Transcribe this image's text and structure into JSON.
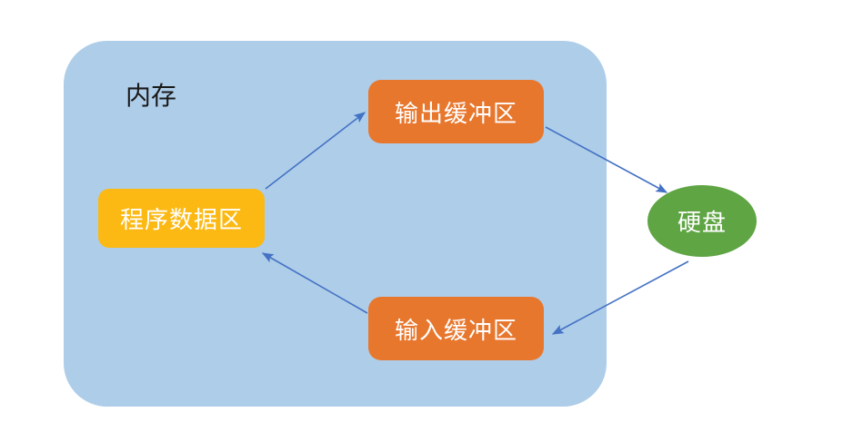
{
  "diagram": {
    "title_label": "内存",
    "container": {
      "name": "memory-container",
      "color": "#aecde9"
    },
    "nodes": [
      {
        "id": "program-data",
        "label": "程序数据区",
        "shape": "rounded-rect",
        "color": "#fcb913",
        "text_color": "#ffffff"
      },
      {
        "id": "output-buffer",
        "label": "输出缓冲区",
        "shape": "rounded-rect",
        "color": "#e8772e",
        "text_color": "#ffffff"
      },
      {
        "id": "input-buffer",
        "label": "输入缓冲区",
        "shape": "rounded-rect",
        "color": "#e8772e",
        "text_color": "#ffffff"
      },
      {
        "id": "disk",
        "label": "硬盘",
        "shape": "ellipse",
        "color": "#5fa544",
        "text_color": "#ffffff"
      }
    ],
    "edges": [
      {
        "id": "program-data-to-output-buffer",
        "from": "program-data",
        "to": "output-buffer",
        "color": "#4472c4",
        "arrowhead": "end"
      },
      {
        "id": "output-buffer-to-disk",
        "from": "output-buffer",
        "to": "disk",
        "color": "#4472c4",
        "arrowhead": "end"
      },
      {
        "id": "disk-to-input-buffer",
        "from": "disk",
        "to": "input-buffer",
        "color": "#4472c4",
        "arrowhead": "end"
      },
      {
        "id": "input-buffer-to-program-data",
        "from": "input-buffer",
        "to": "program-data",
        "color": "#4472c4",
        "arrowhead": "end"
      }
    ]
  }
}
